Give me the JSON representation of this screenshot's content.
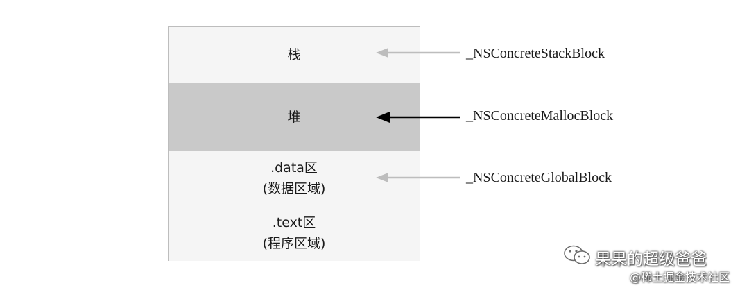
{
  "segments": {
    "stack": {
      "label": "栈"
    },
    "heap": {
      "label": "堆"
    },
    "data": {
      "line1": ".data区",
      "line2": "(数据区域)"
    },
    "text": {
      "line1": ".text区",
      "line2": "(程序区域)"
    }
  },
  "blocks": {
    "stack_block": "_NSConcreteStackBlock",
    "malloc_block": "_NSConcreteMallocBlock",
    "global_block": "_NSConcreteGlobalBlock"
  },
  "colors": {
    "heap_fill": "#c9c9c9",
    "segment_fill": "#f5f5f5",
    "arrow_active": "#000000",
    "arrow_inactive": "#bdbdbd"
  },
  "watermark": {
    "account": "果果的超级爸爸",
    "source": "@稀土掘金技术社区",
    "icon": "wechat-icon"
  }
}
